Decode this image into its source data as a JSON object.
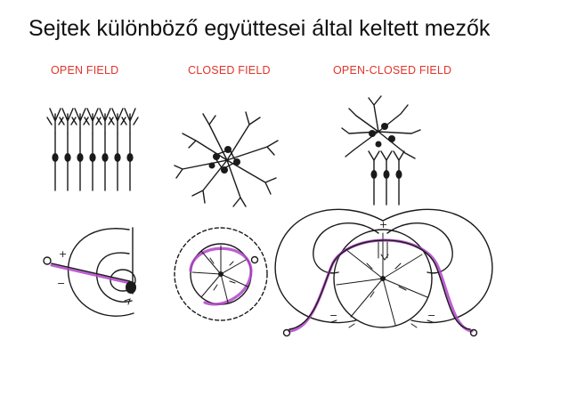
{
  "slide": {
    "title": "Sejtek különböző együttesei által keltett mezők"
  },
  "labels": {
    "open": "OPEN FIELD",
    "closed": "CLOSED FIELD",
    "open_closed": "OPEN-CLOSED FIELD"
  },
  "colors": {
    "label": "#e0342a",
    "field_line": "#b044c8",
    "ink": "#1a1a1a"
  }
}
